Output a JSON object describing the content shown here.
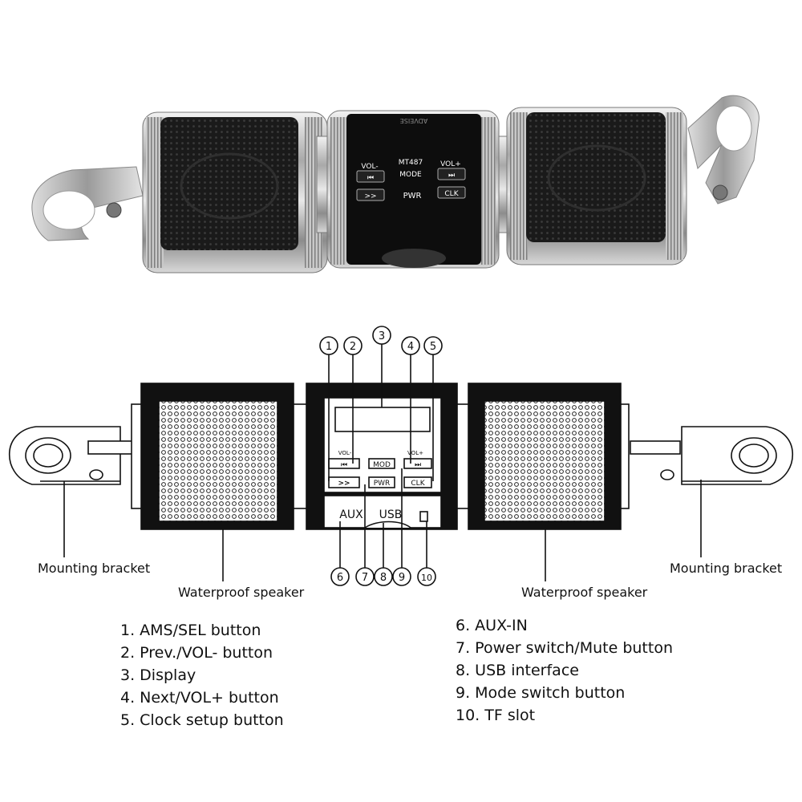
{
  "photo": {
    "brand": "ADVEISE",
    "panel_labels": {
      "vol_minus": "VOL-",
      "model": "MT487",
      "vol_plus": "VOL+",
      "mode": "MODE",
      "forward": ">>",
      "pwr": "PWR",
      "clk": "CLK"
    }
  },
  "diagram": {
    "panel_labels": {
      "vol_minus": "VOL-",
      "vol_plus": "VOL+",
      "mod": "MOD",
      "pwr": "PWR",
      "clk": "CLK",
      "forward": ">>",
      "aux": "AUX",
      "usb": "USB"
    },
    "callout_numbers": [
      "1",
      "2",
      "3",
      "4",
      "5",
      "6",
      "7",
      "8",
      "9",
      "10"
    ],
    "labels": {
      "mounting_bracket_left": "Mounting bracket",
      "mounting_bracket_right": "Mounting bracket",
      "waterproof_speaker_left": "Waterproof speaker",
      "waterproof_speaker_right": "Waterproof speaker"
    }
  },
  "legend": {
    "left": [
      "1. AMS/SEL button",
      "2. Prev./VOL- button",
      "3. Display",
      "4. Next/VOL+ button",
      "5. Clock setup button"
    ],
    "right": [
      "6. AUX-IN",
      "7. Power switch/Mute button",
      "8. USB interface",
      "9. Mode switch button",
      "10. TF slot"
    ]
  }
}
